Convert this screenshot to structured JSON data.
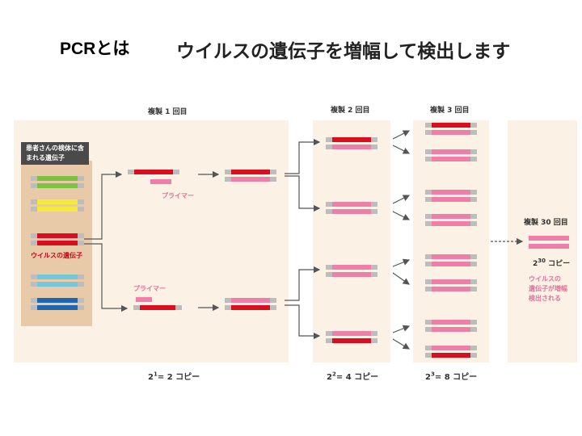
{
  "title": {
    "prefix": "PCRとは",
    "main": "ウイルスの遺伝子を増幅して検出します"
  },
  "labels": {
    "cycle1": "複製 1 回目",
    "cycle2": "複製 2 回目",
    "cycle3": "複製 3 回目",
    "cycle30": "複製 30 回目",
    "sample": "患者さんの検体に含まれる遺伝子",
    "virus_gene": "ウイルスの遺伝子",
    "primer_top": "プライマー",
    "primer_bottom": "プライマー",
    "result_line1": "ウイルスの",
    "result_line2": "遺伝子が増幅",
    "result_line3": "検出される"
  },
  "copies": {
    "c1_base": "2",
    "c1_exp": "1",
    "c1_rest": "= 2 コピー",
    "c2_base": "2",
    "c2_exp": "2",
    "c2_rest": "= 4 コピー",
    "c3_base": "2",
    "c3_exp": "3",
    "c3_rest": "= 8 コピー",
    "c30_base": "2",
    "c30_exp": "30",
    "c30_rest": " コピー"
  },
  "colors": {
    "red": "#d90f1f",
    "pink": "#ee7fa8",
    "gray": "#bdbdbd",
    "green": "#7cc242",
    "yellow": "#f4ea3a",
    "cyan": "#72c8d8",
    "blue": "#1f66b0"
  }
}
